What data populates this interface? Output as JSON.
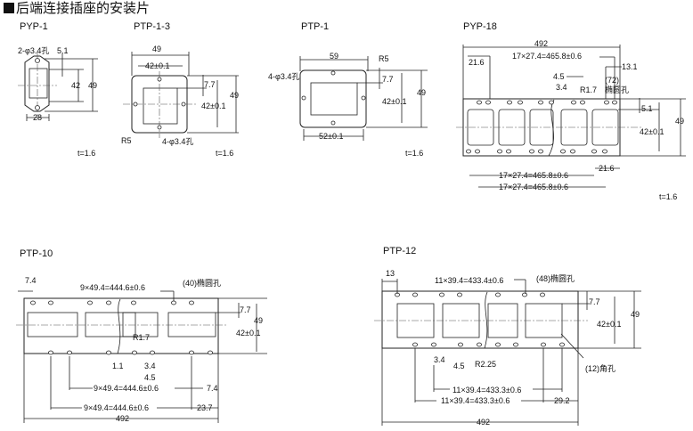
{
  "title": "后端连接插座的安装片",
  "parts": {
    "pyp1": {
      "name": "PYP-1",
      "hole": "2-φ3.4孔",
      "d1": "5.1",
      "d2": "42",
      "d3": "49",
      "d4": "28",
      "t": ""
    },
    "ptp13": {
      "name": "PTP-1-3",
      "d1": "49",
      "d2": "42±0.1",
      "d3": "7.7",
      "d4": "42±0.1",
      "d5": "49",
      "r": "R5",
      "hole": "4-φ3.4孔",
      "t": "t=1.6"
    },
    "ptp1": {
      "name": "PTP-1",
      "d1": "59",
      "r": "R5",
      "hole": "4-φ3.4孔",
      "d2": "7.7",
      "d3": "42±0.1",
      "d4": "49",
      "d5": "52±0.1",
      "t": "t=1.6"
    },
    "pyp18": {
      "name": "PYP-18",
      "d1": "492",
      "d2": "21.6",
      "d3": "17×27.4=465.8±0.6",
      "d4": "13.1",
      "d5": "4.5",
      "d6": "(72)",
      "d6b": "椭圆孔",
      "d7": "3.4",
      "d8": "R1.7",
      "d9": "5.1",
      "d10": "42±0.1",
      "d11": "49",
      "d12": "21.6",
      "d13": "17×27.4=465.8±0.6",
      "d14": "17×27.4=465.8±0.6",
      "t": "t=1.6"
    },
    "ptp10": {
      "name": "PTP-10",
      "d1": "7.4",
      "d2": "9×49.4=444.6±0.6",
      "d3": "(40)椭圆孔",
      "d4": "7.7",
      "d5": "49",
      "d6": "42±0.1",
      "d7": "R1.7",
      "d8": "1.1",
      "d9": "3.4",
      "d10": "4.5",
      "d11": "9×49.4=444.6±0.6",
      "d12": "7.4",
      "d13": "9×49.4=444.6±0.6",
      "d14": "23.7",
      "d15": "492"
    },
    "ptp12": {
      "name": "PTP-12",
      "d1": "13",
      "d2": "11×39.4=433.4±0.6",
      "d3": "(48)椭圆孔",
      "d4": "7.7",
      "d5": "49",
      "d6": "42±0.1",
      "d7": "3.4",
      "d8": "4.5",
      "d9": "R2.25",
      "d10": "(12)角孔",
      "d11": "11×39.4=433.3±0.6",
      "d12": "11×39.4=433.3±0.6",
      "d13": "29.2",
      "d14": "492"
    }
  },
  "pyp1_t": "t=1.6"
}
